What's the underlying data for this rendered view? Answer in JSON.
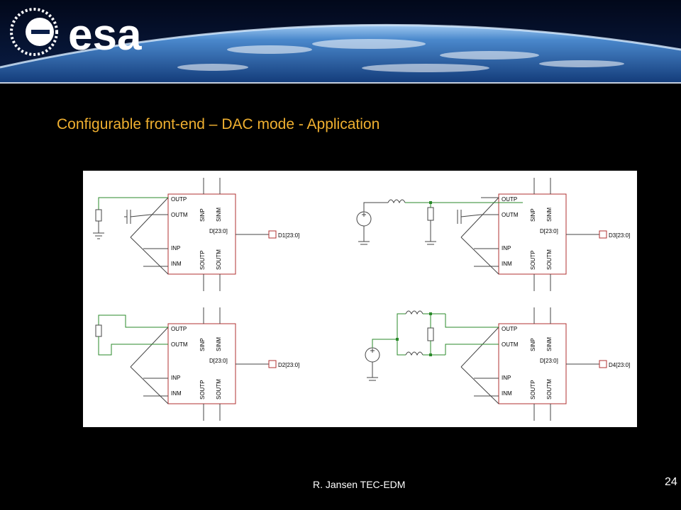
{
  "header": {
    "logo_text": "esa"
  },
  "slide": {
    "title": "Configurable front-end – DAC mode - Application",
    "footer": "R. Jansen TEC-EDM",
    "page_number": "24"
  },
  "diagram": {
    "pin_outp": "OUTP",
    "pin_outm": "OUTM",
    "pin_inp": "INP",
    "pin_inm": "INM",
    "pin_sinp": "SINP",
    "pin_sinm": "SINM",
    "pin_soutp": "SOUTP",
    "pin_soutm": "SOUTM",
    "bus_label": "D[23:0]",
    "ports": [
      "D1[23:0]",
      "D2[23:0]",
      "D3[23:0]",
      "D4[23:0]"
    ],
    "colors": {
      "block": "#b03030",
      "wire": "#2a8a2a",
      "component": "#444444",
      "title": "#f0b030"
    }
  }
}
